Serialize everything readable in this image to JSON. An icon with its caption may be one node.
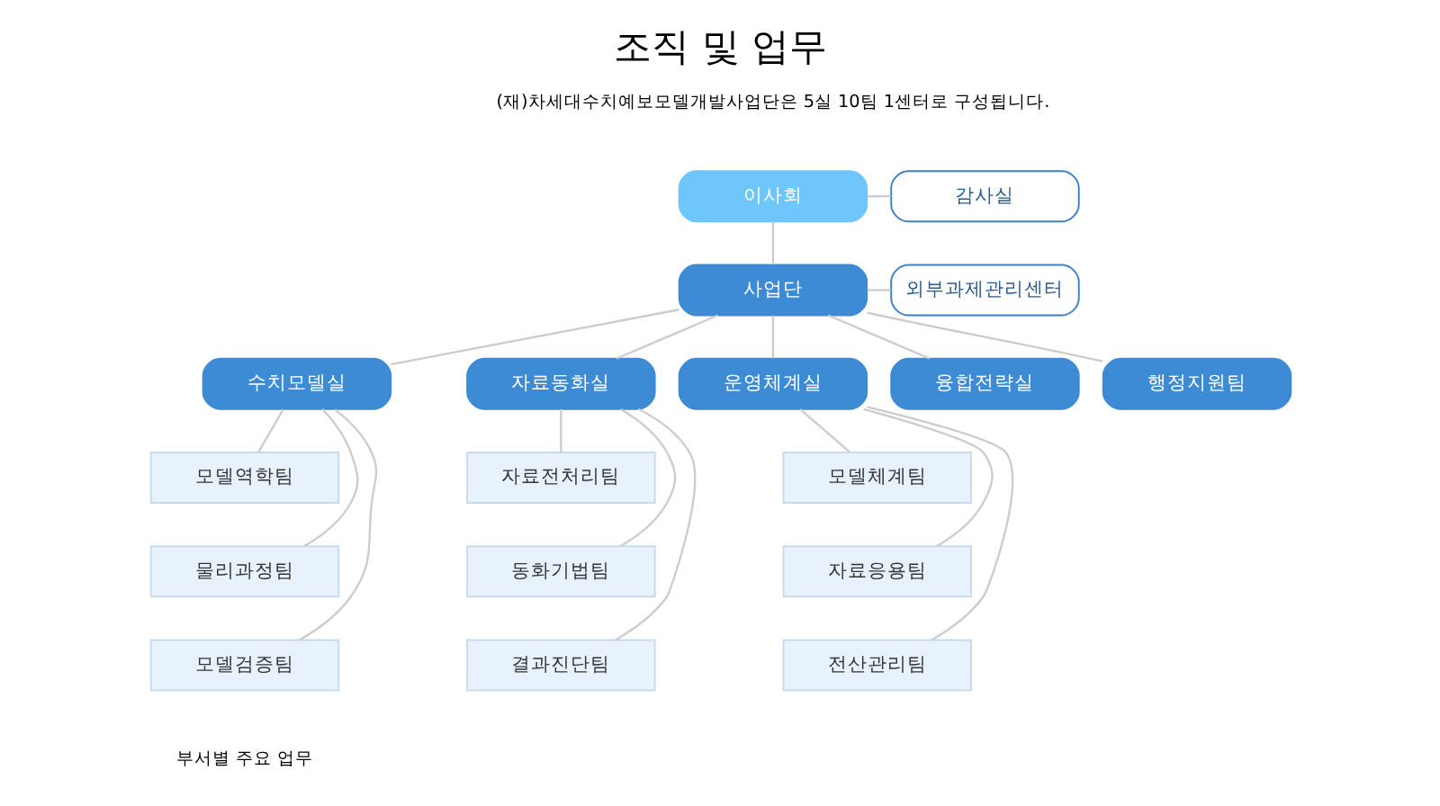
{
  "diagram": {
    "title": "조직 및 업무",
    "nodes": [
      {
        "text": [
          "이사회"
        ]
      },
      {
        "text": [
          "감사실"
        ]
      },
      {
        "text": [
          "사업단"
        ]
      },
      {
        "text": [
          "외부과제관리센터"
        ]
      },
      {
        "text": [
          "수치모델실"
        ]
      },
      {
        "text": [
          "자료동화실"
        ]
      },
      {
        "text": [
          "운영체계실"
        ]
      },
      {
        "text": [
          "융합전략실"
        ]
      },
      {
        "text": [
          "행정지원팀"
        ]
      },
      {
        "text": [
          "모델역학팀"
        ]
      },
      {
        "text": [
          "물리과정팀"
        ]
      },
      {
        "text": [
          "모델검증팀"
        ]
      },
      {
        "text": [
          "자료전처리팀"
        ]
      },
      {
        "text": [
          "동화기법팀"
        ]
      },
      {
        "text": [
          "결과진단팀"
        ]
      },
      {
        "text": [
          "모델체계팀"
        ]
      },
      {
        "text": [
          "자료응용팀"
        ]
      },
      {
        "text": [
          "전산관리팀"
        ]
      }
    ],
    "edges": [
      {
        "from": 0,
        "to": 2,
        "arrow": "none"
      },
      {
        "from": 1,
        "to": 0,
        "arrow": "none"
      },
      {
        "from": 2,
        "to": 3,
        "arrow": "none"
      },
      {
        "from": 2,
        "to": 4,
        "arrow": "none"
      },
      {
        "from": 2,
        "to": 5,
        "arrow": "none"
      },
      {
        "from": 2,
        "to": 6,
        "arrow": "none"
      },
      {
        "from": 2,
        "to": 7,
        "arrow": "none"
      },
      {
        "from": 2,
        "to": 8,
        "arrow": "none"
      },
      {
        "from": 4,
        "to": 9,
        "arrow": "none"
      },
      {
        "from": 4,
        "to": 10,
        "arrow": "none"
      },
      {
        "from": 4,
        "to": 11,
        "arrow": "none"
      },
      {
        "from": 5,
        "to": 12,
        "arrow": "none"
      },
      {
        "from": 5,
        "to": 13,
        "arrow": "none"
      },
      {
        "from": 5,
        "to": 14,
        "arrow": "none"
      },
      {
        "from": 6,
        "to": 15,
        "arrow": "none"
      },
      {
        "from": 6,
        "to": 16,
        "arrow": "none"
      },
      {
        "from": 6,
        "to": 17,
        "arrow": "none"
      }
    ],
    "labels": [
      "(재)차세대수치예보모델개발사업단은 5실 10팀 1센터로 구성됩니다.",
      "부서별 주요 업무"
    ]
  }
}
